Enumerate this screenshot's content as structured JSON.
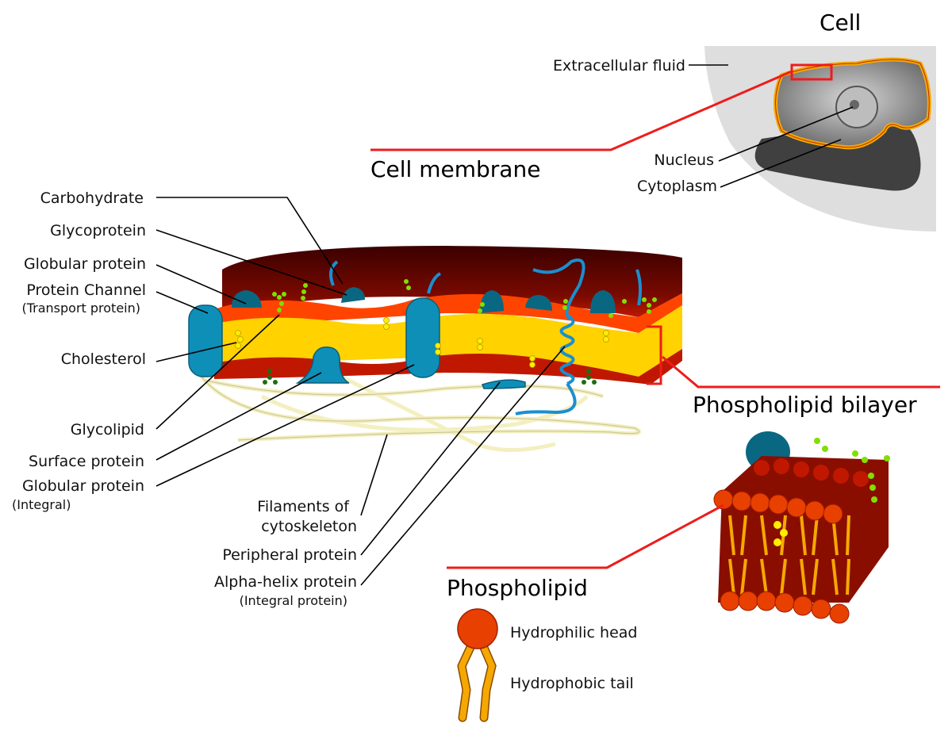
{
  "titles": {
    "cell": "Cell",
    "cell_membrane": "Cell membrane",
    "phospholipid_bilayer": "Phospholipid bilayer",
    "phospholipid": "Phospholipid"
  },
  "cell_labels": {
    "extracellular_fluid": "Extracellular fluid",
    "nucleus": "Nucleus",
    "cytoplasm": "Cytoplasm"
  },
  "membrane_labels": {
    "carbohydrate": "Carbohydrate",
    "glycoprotein": "Glycoprotein",
    "globular_protein": "Globular protein",
    "protein_channel": "Protein Channel",
    "protein_channel_sub": "(Transport protein)",
    "cholesterol": "Cholesterol",
    "glycolipid": "Glycolipid",
    "surface_protein": "Surface protein",
    "globular_protein_integral": "Globular protein",
    "globular_protein_integral_sub": "(Integral)",
    "filaments_line1": "Filaments of",
    "filaments_line2": "cytoskeleton",
    "peripheral_protein": "Peripheral protein",
    "alpha_helix_protein": "Alpha-helix protein",
    "alpha_helix_protein_sub": "(Integral protein)"
  },
  "legend": {
    "hydrophilic_head": "Hydrophilic head",
    "hydrophobic_tail": "Hydrophobic tail"
  },
  "colors": {
    "head": "#e84000",
    "tail": "#f5a800",
    "core": "#ffd200",
    "protein": "#0e8fb8",
    "carb": "#7fe000",
    "red_callout": "#ee1c1c"
  }
}
